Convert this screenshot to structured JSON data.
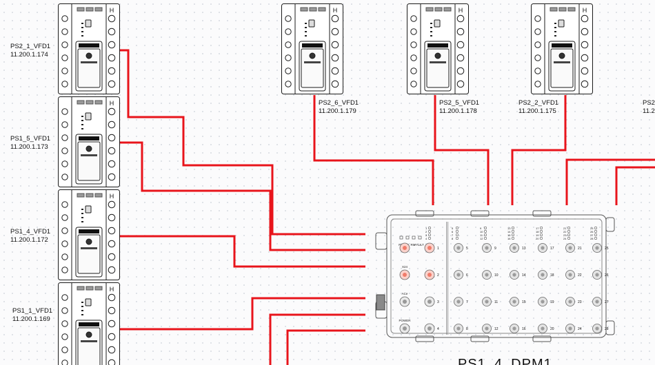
{
  "colors": {
    "wire": "#e8141b",
    "outline": "#1a1a1a",
    "connector": "#9a9a9a",
    "status_led": "#f07b6a"
  },
  "vfds": [
    {
      "name": "PS2_1_VFD1",
      "ip": "11.200.1.174"
    },
    {
      "name": "PS1_5_VFD1",
      "ip": "11.200.1.173"
    },
    {
      "name": "PS1_4_VFD1",
      "ip": "11.200.1.172"
    },
    {
      "name": "PS1_1_VFD1",
      "ip": "11.200.1.169"
    },
    {
      "name": "PS2_6_VFD1",
      "ip": "11.200.1.179"
    },
    {
      "name": "PS2_5_VFD1",
      "ip": "11.200.1.178"
    },
    {
      "name": "PS2_2_VFD1",
      "ip": "11.200.1.175"
    },
    {
      "name": "PS2_",
      "ip": "11.2"
    }
  ],
  "dpm": {
    "title": "PS1_4_DPM1",
    "status_labels": [
      "P1",
      "P2",
      "RM",
      "FAULT"
    ],
    "port_labels": [
      "X24",
      "ACe",
      "POWER"
    ],
    "port_numbers": [
      "1",
      "2",
      "3",
      "4",
      "5",
      "6",
      "7",
      "8",
      "9",
      "10",
      "11",
      "12",
      "13",
      "14",
      "15",
      "16",
      "17",
      "18",
      "19",
      "20",
      "21",
      "22",
      "23",
      "24",
      "25",
      "26",
      "27",
      "28"
    ]
  }
}
